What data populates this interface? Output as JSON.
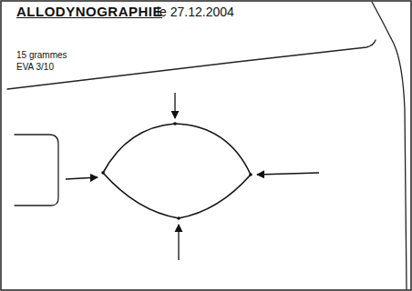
{
  "diagram": {
    "title": "ALLODYNOGRAPHIE",
    "labels": [
      "le 27.12.2004",
      "15 grammes",
      "EVA 3/10"
    ]
  }
}
